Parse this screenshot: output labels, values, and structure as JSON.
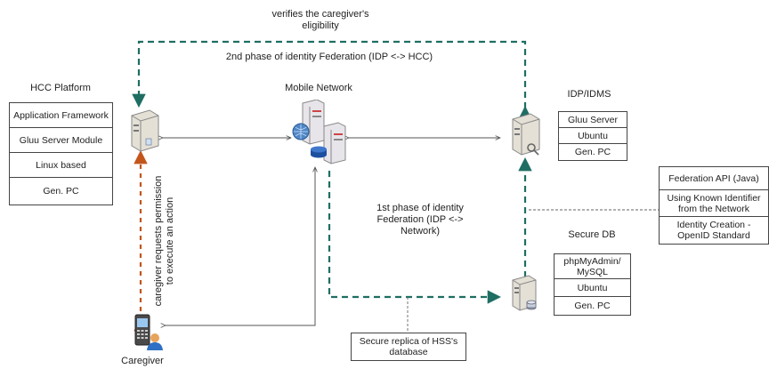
{
  "phase2_note": "verifies the caregiver's eligibility",
  "phase2_title": "2nd phase of identity Federation (IDP <-> HCC)",
  "phase1_title": "1st phase of identity Federation (IDP <-> Network)",
  "caregiver_request": "caregiver requests permission to execute an action",
  "hcc": {
    "title": "HCC Platform",
    "stack": [
      "Application Framework",
      "Gluu Server Module",
      "Linux based",
      "Gen. PC"
    ]
  },
  "mobile_network": {
    "title": "Mobile Network"
  },
  "idp": {
    "title": "IDP/IDMS",
    "stack": [
      "Gluu Server",
      "Ubuntu",
      "Gen. PC"
    ]
  },
  "federation": {
    "stack": [
      "Federation API (Java)",
      "Using Known Identifier from the Network",
      "Identity Creation - OpenID Standard"
    ]
  },
  "secure_db": {
    "title": "Secure DB",
    "stack": [
      "phpMyAdmin/ MySQL",
      "Ubuntu",
      "Gen. PC"
    ]
  },
  "replica_note": "Secure replica of HSS's database",
  "caregiver": {
    "title": "Caregiver"
  },
  "colors": {
    "teal": "#1f6e63",
    "orange": "#c2561b",
    "line": "#555555"
  }
}
